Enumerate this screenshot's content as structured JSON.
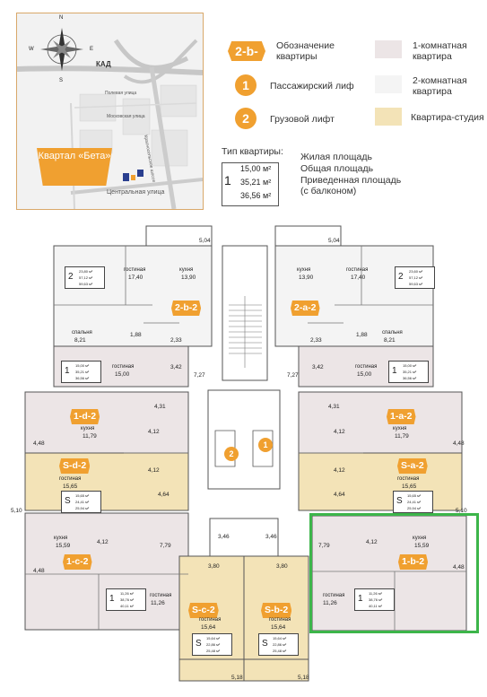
{
  "map": {
    "compass": [
      "N",
      "S",
      "W",
      "E"
    ],
    "road_kad": "КАД",
    "street_1": "Полевая улица",
    "street_2": "Московская улица",
    "street_3": "Красносельское шоссе",
    "street_4": "Центральная улица",
    "badge": "Квартал «Бета»"
  },
  "legend": {
    "tag": "2-b-",
    "tag_text": "Обозначение квартиры",
    "lift1_num": "1",
    "lift1_text": "Пассажирский лиф",
    "lift2_num": "2",
    "lift2_text": "Грузовой лифт",
    "room1": "1-комнатная квартира",
    "room2": "2-комнатная квартира",
    "studio": "Квартира-студия",
    "type_title": "Тип квартиры:",
    "type_n": "1",
    "type_v1": "15,00 м²",
    "type_v2": "35,21 м²",
    "type_v3": "36,56 м²",
    "type_l1": "Жилая площадь",
    "type_l2": "Общая площадь",
    "type_l3": "Приведенная площадь",
    "type_l4": "(с балконом)"
  },
  "colors": {
    "accent": "#f0a030",
    "one_room": "#ece5e6",
    "two_room": "#f4f4f4",
    "studio": "#f3e3b7",
    "highlight": "#3cb54a"
  },
  "plan": {
    "tags": [
      "2-b-2",
      "2-a-2",
      "1-d-2",
      "1-a-2",
      "S-d-2",
      "S-a-2",
      "1-c-2",
      "1-b-2",
      "S-c-2",
      "S-b-2"
    ],
    "labels": {
      "gostinaya": "гостиная",
      "kuhnya": "кухня",
      "spalnya": "спальня"
    },
    "nums": [
      "5,04",
      "5,04",
      "17,40",
      "13,90",
      "13,90",
      "17,40",
      "8,21",
      "1,88",
      "2,33",
      "2,33",
      "1,88",
      "8,21",
      "15,00",
      "3,42",
      "3,42",
      "15,00",
      "7,27",
      "7,27",
      "4,31",
      "4,31",
      "11,79",
      "4,12",
      "4,12",
      "11,79",
      "4,48",
      "4,48",
      "15,65",
      "4,12",
      "4,12",
      "15,65",
      "4,64",
      "4,64",
      "5,10",
      "5,10",
      "15,59",
      "4,12",
      "7,79",
      "7,79",
      "4,12",
      "15,59",
      "3,46",
      "3,46",
      "3,80",
      "3,80",
      "11,26",
      "11,26",
      "15,64",
      "15,64",
      "5,18",
      "5,18"
    ],
    "boxes": [
      {
        "n": "2",
        "v": [
          "23,80 м²",
          "57,12 м²",
          "59,63 м²"
        ]
      },
      {
        "n": "2",
        "v": [
          "23,60 м²",
          "57,12 м²",
          "59,63 м²"
        ]
      },
      {
        "n": "1",
        "v": [
          "15,00 м²",
          "35,21 м²",
          "36,56 м²"
        ]
      },
      {
        "n": "1",
        "v": [
          "15,00 м²",
          "35,21 м²",
          "36,56 м²"
        ]
      },
      {
        "n": "S",
        "v": [
          "15,65 м²",
          "24,41 м²",
          "25,94 м²"
        ]
      },
      {
        "n": "S",
        "v": [
          "15,65 м²",
          "24,41 м²",
          "25,94 м²"
        ]
      },
      {
        "n": "1",
        "v": [
          "11,26 м²",
          "38,76 м²",
          "40,11 м²"
        ]
      },
      {
        "n": "1",
        "v": [
          "11,26 м²",
          "38,76 м²",
          "40,11 м²"
        ]
      },
      {
        "n": "S",
        "v": [
          "15,64 м²",
          "22,86 м²",
          "25,48 м²"
        ]
      },
      {
        "n": "S",
        "v": [
          "15,64 м²",
          "22,86 м²",
          "25,48 м²"
        ]
      }
    ],
    "lift_a": "2",
    "lift_b": "1"
  }
}
